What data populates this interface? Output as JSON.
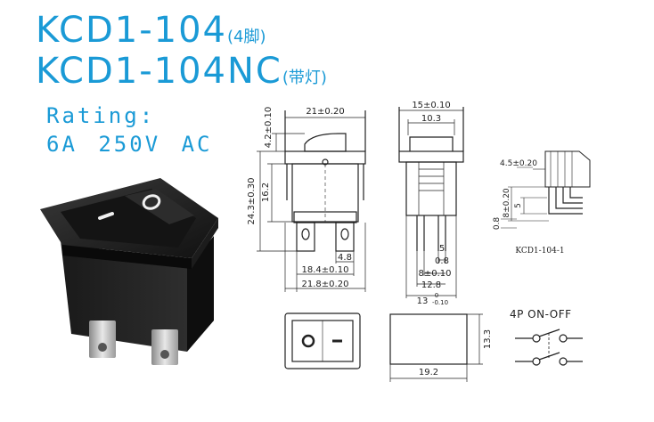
{
  "titles": {
    "model_1": "KCD1-104",
    "model_1_note": "(4脚)",
    "model_2": "KCD1-104NC",
    "model_2_note": "(带灯)"
  },
  "rating": {
    "label": "Rating:",
    "value": "6A  250V  AC"
  },
  "front_view": {
    "width_top": "21±0.20",
    "height_top": "4.2±0.10",
    "height_mid": "16.2",
    "height_total": "24.3±0.30",
    "terminal_width": "4.8",
    "pin_spacing": "18.4±0.10",
    "overall_width": "21.8±0.20"
  },
  "side_view": {
    "width_top": "15±0.10",
    "width_inner": "10.3",
    "dim_5": "5",
    "dim_08": "0.8",
    "dim_8": "8±0.10",
    "dim_128": "12.8",
    "dim_13": "13",
    "dim_13_tol_upper": "0",
    "dim_13_tol_lower": "-0.10"
  },
  "bent_pin_view": {
    "dim_45": "4.5±0.20",
    "dim_8": "8±0.20",
    "dim_5": "5",
    "dim_08": "0.8",
    "label": "KCD1-104-1"
  },
  "panel_cutout": {
    "height": "13.3",
    "width": "19.2"
  },
  "circuit": {
    "label": "4P  ON-OFF"
  },
  "colors": {
    "title_blue": "#1a9ad6",
    "line": "#222222"
  }
}
